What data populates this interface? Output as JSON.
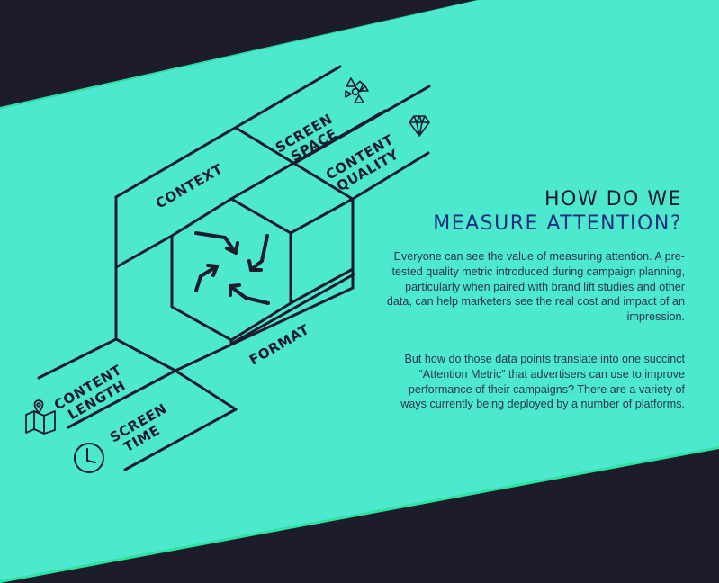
{
  "colors": {
    "background": "#1c1c2c",
    "band": "#4de9cf",
    "band_edge": "#2ee3a0",
    "ink": "#1c1c2c",
    "headline_accent": "#1e2e7e"
  },
  "heading": {
    "line1": "HOW DO WE",
    "line2": "MEASURE ATTENTION?"
  },
  "paragraphs": [
    "Everyone can see the value of measuring attention. A pre-tested quality metric introduced during campaign planning, particularly when paired with brand lift studies and other data, can help marketers see the real cost and impact of an impression.",
    "But how do those data points translate into one succinct “Attention Metric” that advertisers can use to improve performance of their campaigns? There are a variety of ways currently being deployed by a number of platforms."
  ],
  "diagram": {
    "context": "CONTEXT",
    "format": "FORMAT",
    "screen_space": [
      "SCREEN",
      "SPACE"
    ],
    "content_quality": [
      "CONTENT",
      "QUALITY"
    ],
    "content_length": [
      "CONTENT",
      "LENGTH"
    ],
    "screen_time": [
      "SCREEN",
      "TIME"
    ]
  },
  "icons": {
    "shapes": "shapes-icon",
    "diamond": "diamond-icon",
    "map": "map-icon",
    "clock": "clock-icon",
    "center": "inward-arrows-icon"
  }
}
